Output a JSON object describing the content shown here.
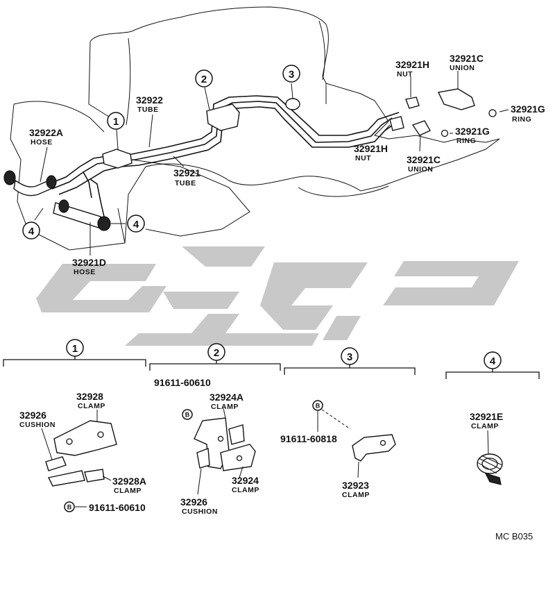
{
  "watermark": {
    "color": "#c8c8c8"
  },
  "labels": {
    "p32922": {
      "number": "32922",
      "desc": "TUBE"
    },
    "p32921": {
      "number": "32921",
      "desc": "TUBE"
    },
    "p32922A": {
      "number": "32922A",
      "desc": "HOSE"
    },
    "p32921D": {
      "number": "32921D",
      "desc": "HOSE"
    },
    "p32921H_top": {
      "number": "32921H",
      "desc": "NUT"
    },
    "p32921C_top": {
      "number": "32921C",
      "desc": "UNION"
    },
    "p32921G_top": {
      "number": "32921G",
      "desc": "RING"
    },
    "p32921G_mid": {
      "number": "32921G",
      "desc": "RING"
    },
    "p32921H_mid": {
      "number": "32921H",
      "desc": "NUT"
    },
    "p32921C_mid": {
      "number": "32921C",
      "desc": "UNION"
    },
    "p32928": {
      "number": "32928",
      "desc": "CLAMP"
    },
    "p32926_a": {
      "number": "32926",
      "desc": "CUSHION"
    },
    "p32928A": {
      "number": "32928A",
      "desc": "CLAMP"
    },
    "p91611_a": {
      "number": "91611-60610"
    },
    "p91611_b": {
      "number": "91611-60610"
    },
    "p32924A": {
      "number": "32924A",
      "desc": "CLAMP"
    },
    "p32924": {
      "number": "32924",
      "desc": "CLAMP"
    },
    "p32926_b": {
      "number": "32926",
      "desc": "CUSHION"
    },
    "p91611_c": {
      "number": "91611-60818"
    },
    "p32923": {
      "number": "32923",
      "desc": "CLAMP"
    },
    "p32921E": {
      "number": "32921E",
      "desc": "CLAMP"
    }
  },
  "callouts": {
    "c1": "1",
    "c2": "2",
    "c3": "3",
    "c4a": "4",
    "c4b": "4",
    "g1": "1",
    "g2": "2",
    "g3": "3",
    "g4": "4"
  },
  "bolt_mark": "B",
  "figure_code": "MC B035"
}
